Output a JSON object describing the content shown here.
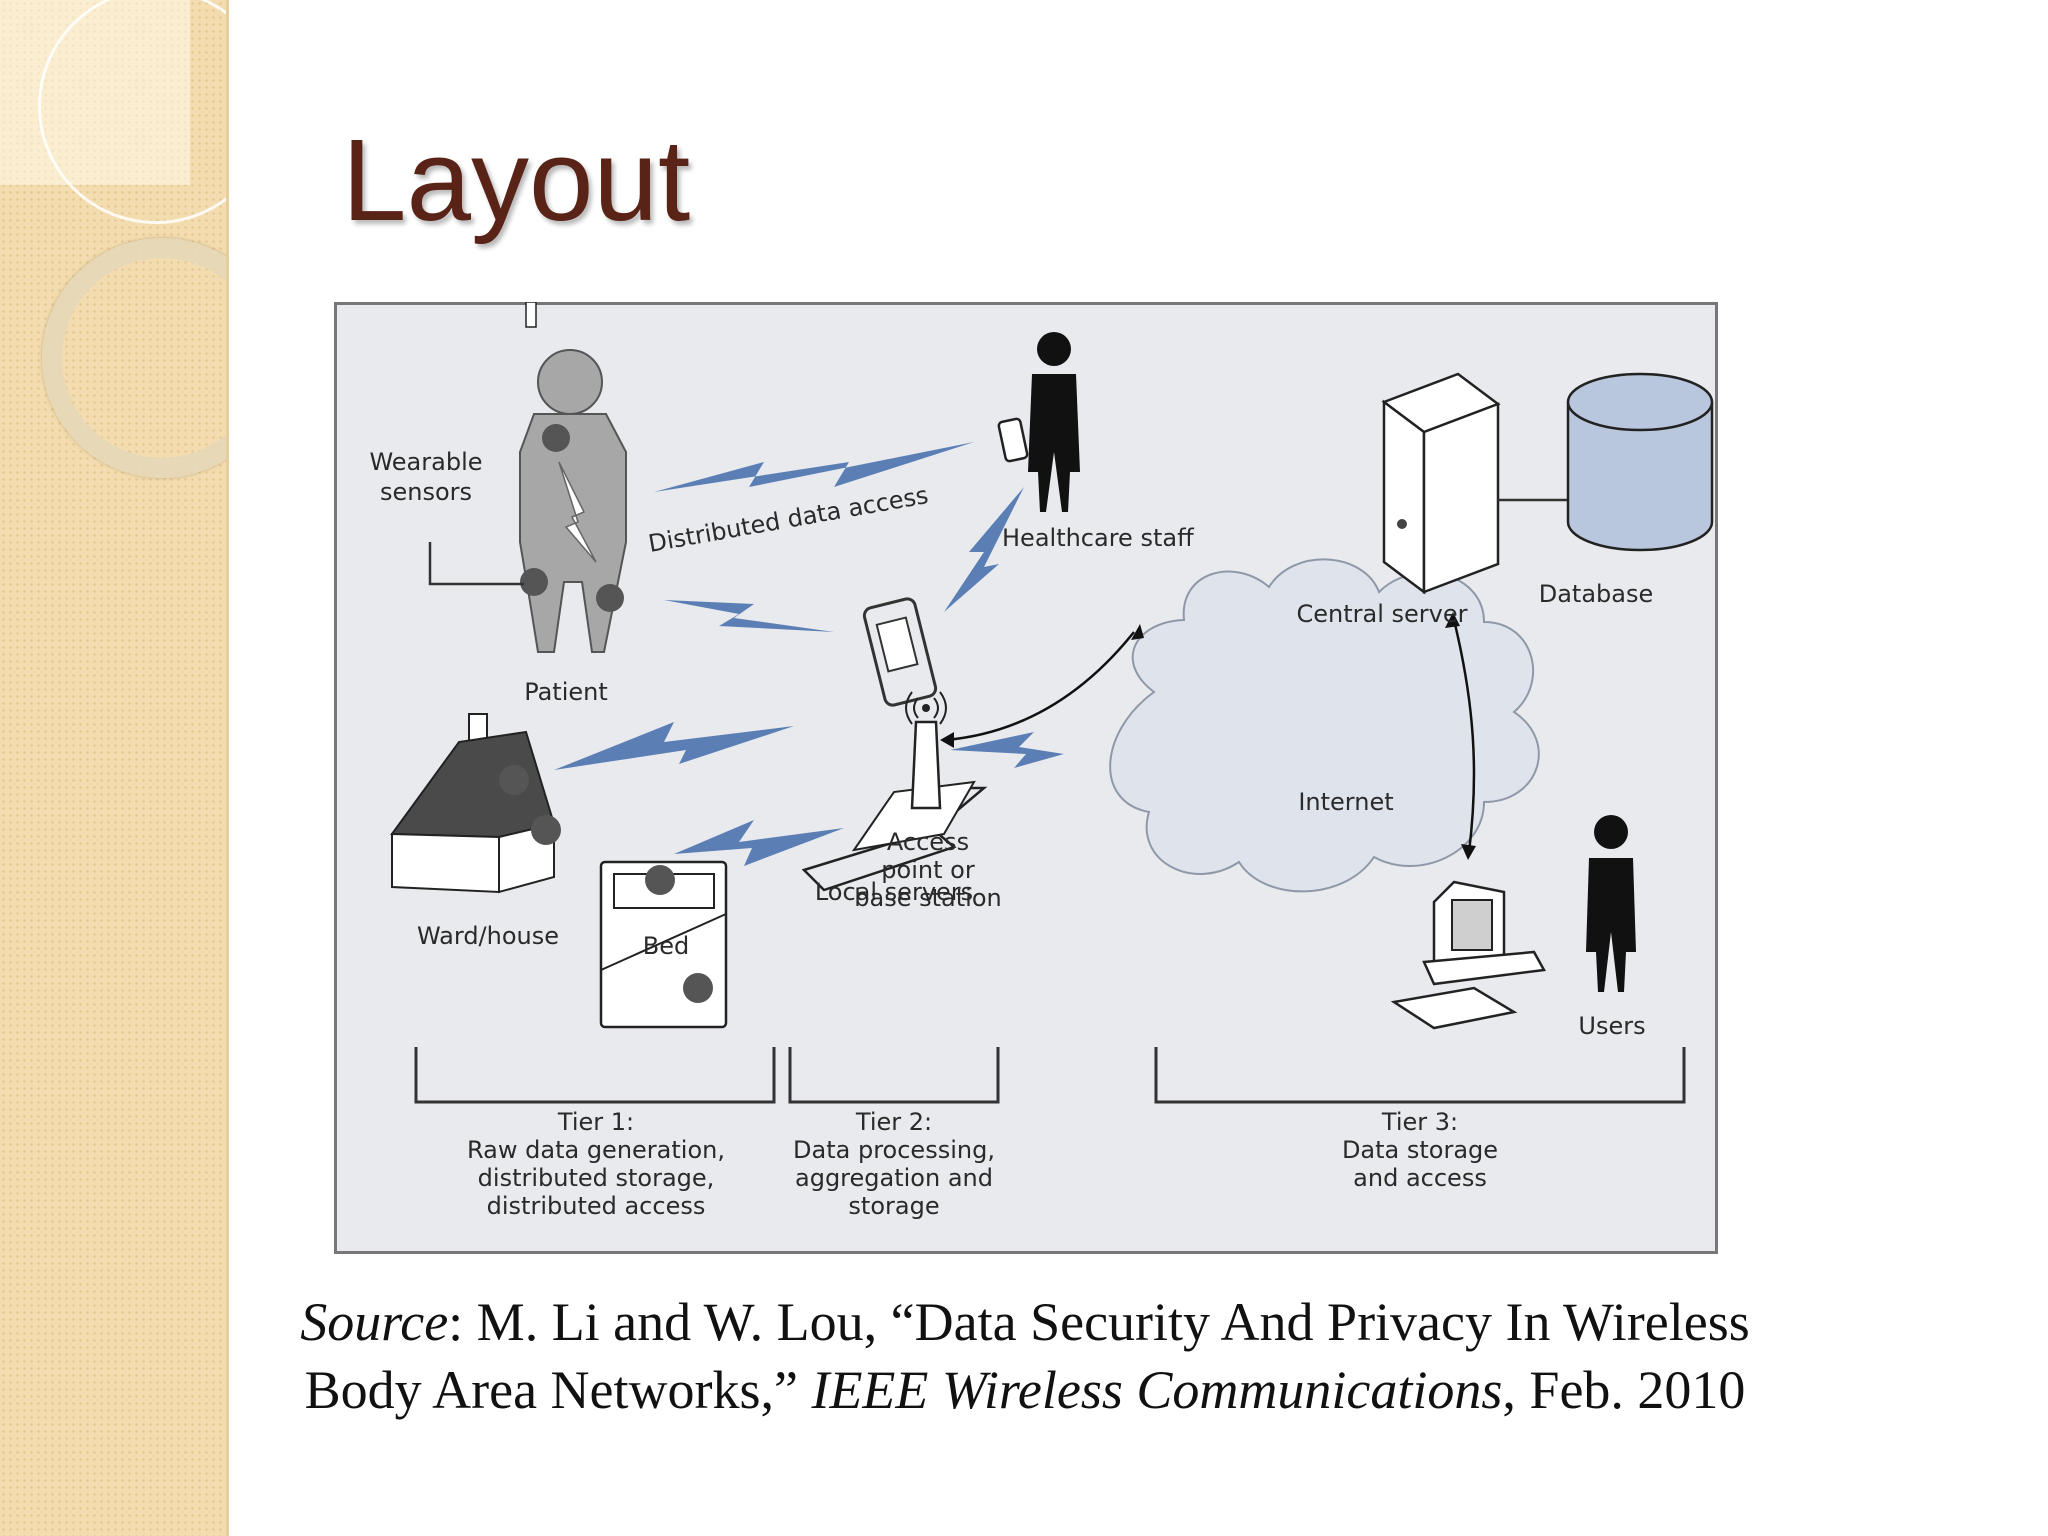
{
  "slide": {
    "title": "Layout"
  },
  "diagram": {
    "labels": {
      "wearable_sensors": [
        "Wearable",
        "sensors"
      ],
      "patient": "Patient",
      "distributed_data_access": "Distributed data access",
      "healthcare_staff": "Healthcare staff",
      "ward_house": "Ward/house",
      "bed": "Bed",
      "local_servers": "Local servers",
      "access_point": [
        "Access",
        "point or",
        "base station"
      ],
      "central_server": "Central server",
      "database": "Database",
      "internet": "Internet",
      "users": "Users"
    },
    "tiers": [
      {
        "lines": [
          "Tier 1:",
          "Raw data generation,",
          "distributed storage,",
          "distributed access"
        ]
      },
      {
        "lines": [
          "Tier 2:",
          "Data processing,",
          "aggregation and",
          "storage"
        ]
      },
      {
        "lines": [
          "Tier 3:",
          "Data storage",
          "and access"
        ]
      }
    ]
  },
  "source": {
    "label": "Source",
    "authors": ": M. Li and W. Lou, “Data Security And Privacy In Wireless Body Area Networks,” ",
    "journal": "IEEE Wireless Communications",
    "date": ", Feb. 2010"
  },
  "colors": {
    "title": "#5a2317",
    "lightning": "#5b7fb5",
    "sensor": "#555555",
    "database": "#b9c7de",
    "cloud": "#dfe4ec",
    "figure_bg": "#e9eaed"
  }
}
